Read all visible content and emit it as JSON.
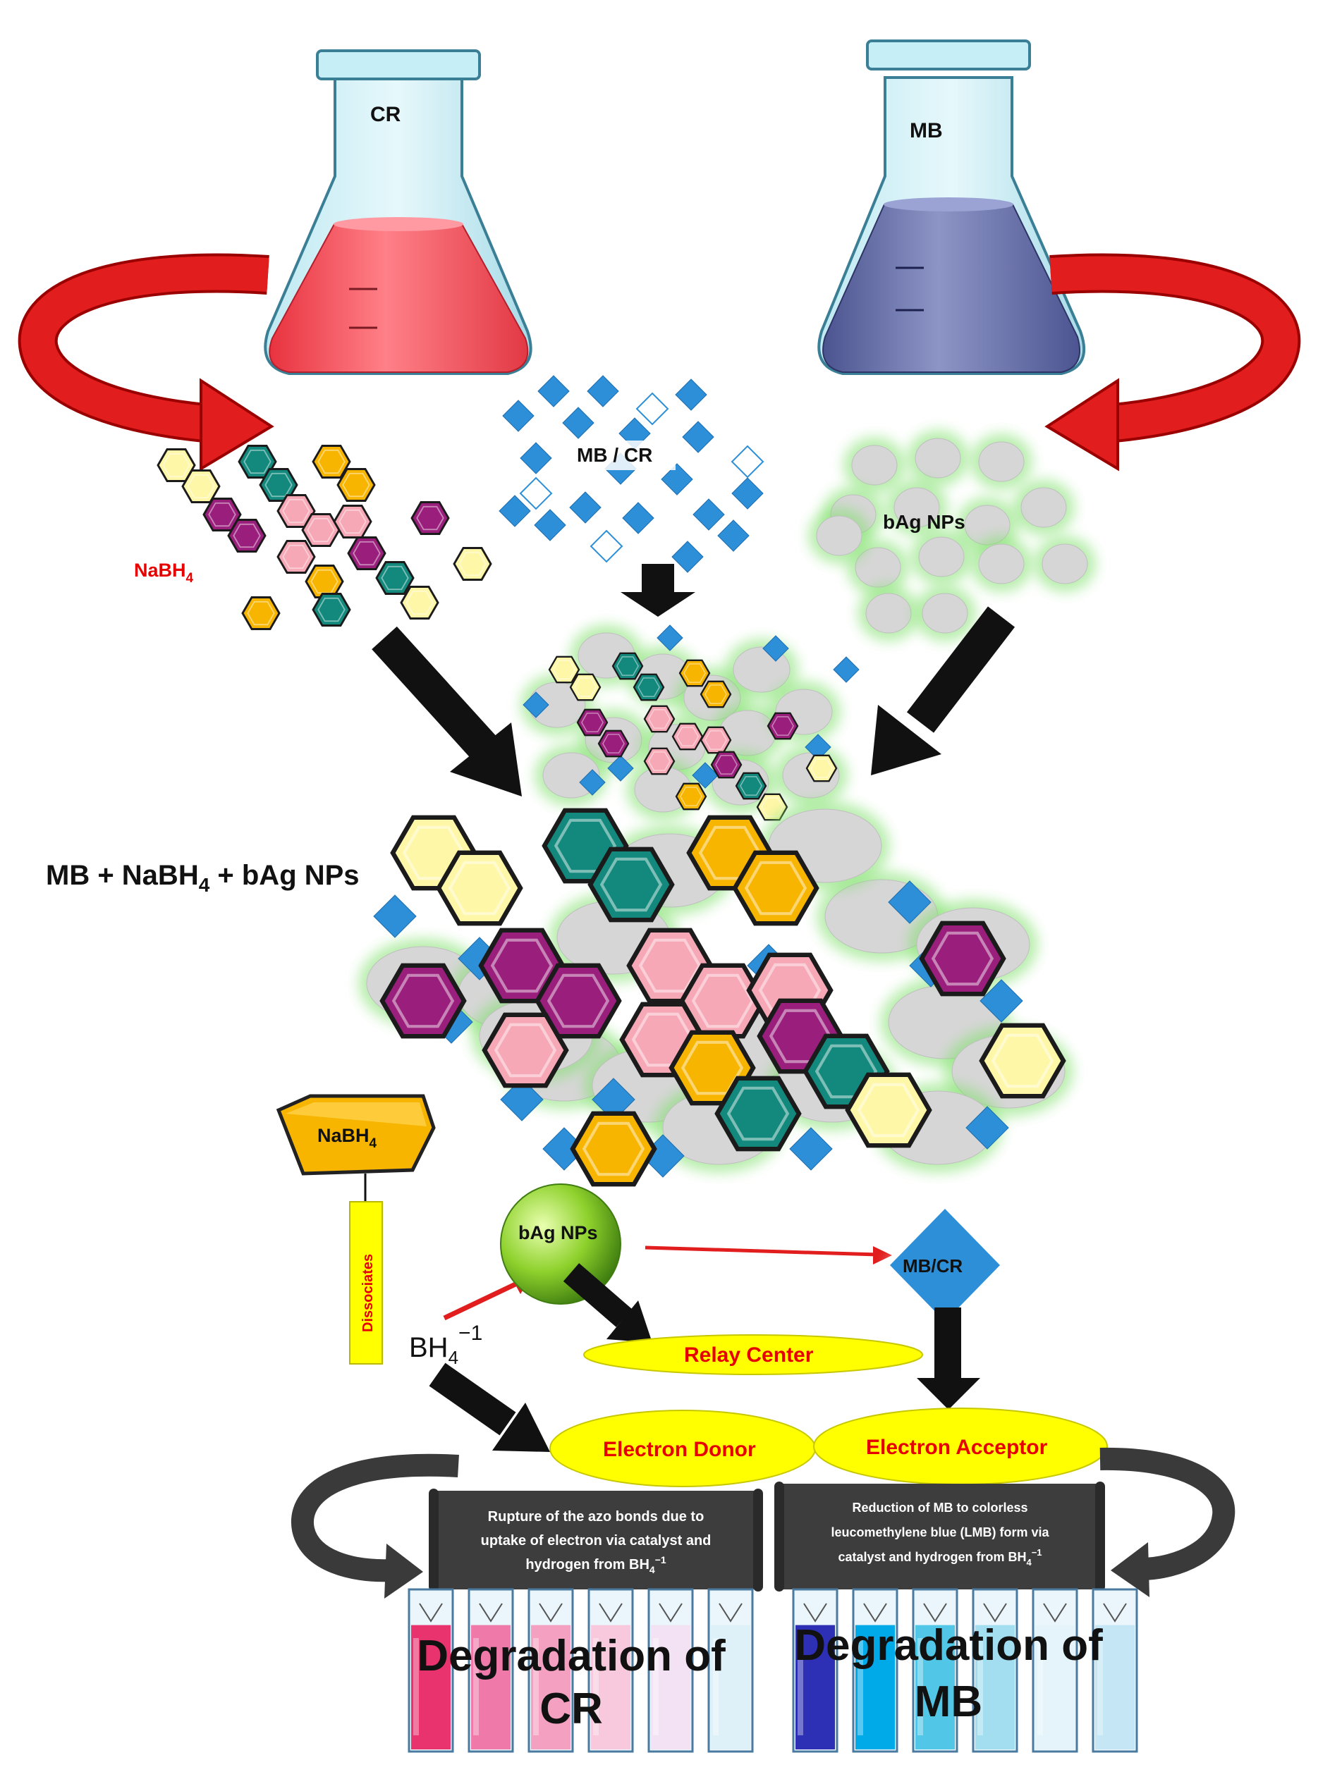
{
  "flasks": {
    "cr": {
      "label": "CR",
      "liquid_color": "#f2555f"
    },
    "mb": {
      "label": "MB",
      "liquid_color": "#5f6aa6"
    }
  },
  "reagents": {
    "nabh4_label": "NaBH",
    "nabh4_sub": "4",
    "dye_label": "MB / CR",
    "nanoparticle_label": "bAg NPs"
  },
  "mixture": {
    "label_prefix": "MB + NaBH",
    "label_sub": "4",
    "label_suffix": " + bAg NPs"
  },
  "mechanism": {
    "nabh4_label": "NaBH",
    "nabh4_sub": "4",
    "dissociates": "Dissociates",
    "ion_label": "BH",
    "ion_sub": "4",
    "ion_sup": "−1",
    "catalyst_label": "bAg NPs",
    "dye_label": "MB/CR",
    "relay_center": "Relay Center",
    "electron_donor": "Electron Donor",
    "electron_acceptor": "Electron Acceptor"
  },
  "banners": {
    "left": [
      "Rupture of the azo bonds due to",
      "uptake of electron via catalyst and",
      "hydrogen from BH"
    ],
    "right": [
      "Reduction of MB to  colorless",
      "leucomethylene blue (LMB) form via",
      "catalyst and hydrogen from BH"
    ]
  },
  "results": {
    "cr_line1": "Degradation of",
    "cr_line2": "CR",
    "mb_line1": "Degradation of",
    "mb_line2": "MB"
  },
  "colors": {
    "arrow_red": "#e11d1d",
    "arrow_black": "#111111",
    "hex_yellow": "#fff7a8",
    "hex_teal": "#13897d",
    "hex_orange": "#f7b500",
    "hex_pink": "#f7a8b6",
    "hex_purple": "#9a1f7c",
    "diamond_blue": "#2d8fd8",
    "np_gray": "#d6d6d6",
    "glow_green": "#7fe06a",
    "ellipse_yellow": "#ffff00",
    "label_red": "#e60000"
  },
  "cuvettes": {
    "cr_colors": [
      "#e8336f",
      "#ef79a8",
      "#f4a0c1",
      "#f8c9dc",
      "#f3e2f3",
      "#dff1f8"
    ],
    "mb_colors": [
      "#2d2fb5",
      "#00a9e8",
      "#52c6e6",
      "#a3def0",
      "#e4f4fa",
      "#c5e6f4"
    ]
  }
}
